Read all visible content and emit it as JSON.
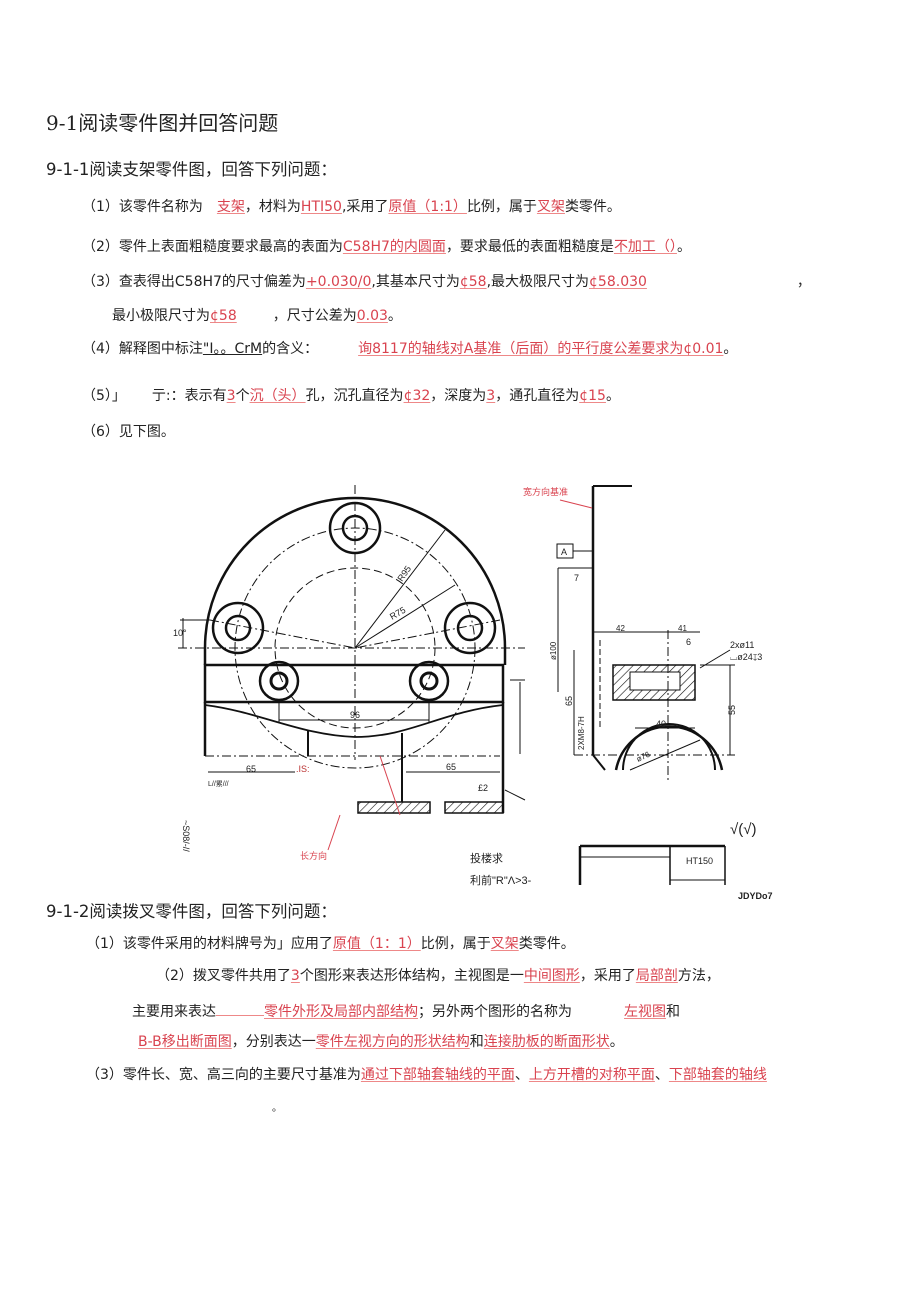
{
  "title": "9-1阅读零件图并回答问题",
  "s1": {
    "heading": "9-1-1阅读支架零件图，回答下列问题：",
    "q1": {
      "a": "（1）该零件名称为",
      "b": "支架",
      "c": "，材料为",
      "d": "HTI50",
      "e": ",采用了",
      "f": "原值（1:1）",
      "g": "比例，属于",
      "h": "叉架",
      "i": "类零件。"
    },
    "q2": {
      "a": "（2）零件上表面粗糙度要求最高的表面为",
      "b": "C58H7的内圆面",
      "c": "，要求最低的表面粗糙度是",
      "d": "不加工（）",
      "e": "。"
    },
    "q3": {
      "a": "（3）查表得出C58H7的尺寸偏差为",
      "b": "+0.030/0",
      "c": ",其基本尺寸为",
      "d": "¢58",
      "e": ",最大极限尺寸为",
      "f": "¢58.030",
      "g": "，"
    },
    "q3b": {
      "a": "最小极限尺寸为",
      "b": "¢58",
      "c": "，尺寸公差为",
      "d": "0.03",
      "e": "。"
    },
    "q4": {
      "a": "（4）解释图中标注",
      "b": "\"I。。CrM",
      "c": "的含义：",
      "d": "询8117的轴线对A基准（后面）的平行度公差要求为¢0.01",
      "e": "。"
    },
    "q5": {
      "a": "（5）」",
      "b": "亍:：表示有",
      "c": "3",
      "d": "个",
      "e": "沉（头）",
      "f": "孔，沉孔直径为",
      "g": "¢32",
      "h": "，深度为",
      "i": "3",
      "j": "，通孔直径为",
      "k": "¢15",
      "l": "。"
    },
    "q6": "（6）见下图。"
  },
  "drawing": {
    "labels": {
      "width_datum": "宽方向基准",
      "length_dir": "长方向",
      "angle": "10°",
      "r95": "R95",
      "r75": "R75",
      "d96": "96",
      "d65a": "65",
      "is": ".IS:",
      "lmark": "L//累///",
      "d65b": "65",
      "c2": "£2",
      "datum": "A",
      "d7": "7",
      "d100": "ø100",
      "d65c": "65",
      "m8": "2XM8-7H",
      "d42": "42",
      "d41": "41",
      "d6": "6",
      "hole1": "2xø11",
      "hole2": "⌴ø24↧3",
      "d55": "55",
      "d40": "40",
      "d76": "ø76",
      "side": "~S08/-//",
      "note1": "投楼求",
      "note2": "利前\"R\"Λ>3-",
      "rough": "√(√)",
      "material": "HT150",
      "code": "JDYDo7"
    }
  },
  "s2": {
    "heading": "9-1-2阅读拨叉零件图，回答下列问题：",
    "q1": {
      "a": "（1）该零件采用的材料牌号为」应用了",
      "b": "原值（1：1）",
      "c": "比例，属于",
      "d": "叉架",
      "e": "类零件。"
    },
    "q2": {
      "a": "（2）拨叉零件共用了",
      "b": "3",
      "c": "个图形来表达形体结构，主视图是一",
      "d": "中间图形",
      "e": "，采用了",
      "f": "局部剖",
      "g": "方法，"
    },
    "q2b": {
      "a": "主要用来表达",
      "b": "零件外形及局部内部结构",
      "c": "；另外两个图形的名称为",
      "d": "左视图",
      "e": "和"
    },
    "q2c": {
      "a": "B-B移出断面图",
      "b": "，分别表达一",
      "c": "零件左视方向的形状结构",
      "d": "和",
      "e": "连接肋板的断面形状",
      "f": "。"
    },
    "q3": {
      "a": "（3）零件长、宽、高三向的主要尺寸基准为",
      "b": "通过下部轴套轴线的平面",
      "c": "、",
      "d": "上方开槽的对称平面",
      "e": "、",
      "f": "下部轴套的轴线"
    },
    "end": "。"
  },
  "colors": {
    "answer": "#d9434f",
    "text": "#222222"
  }
}
